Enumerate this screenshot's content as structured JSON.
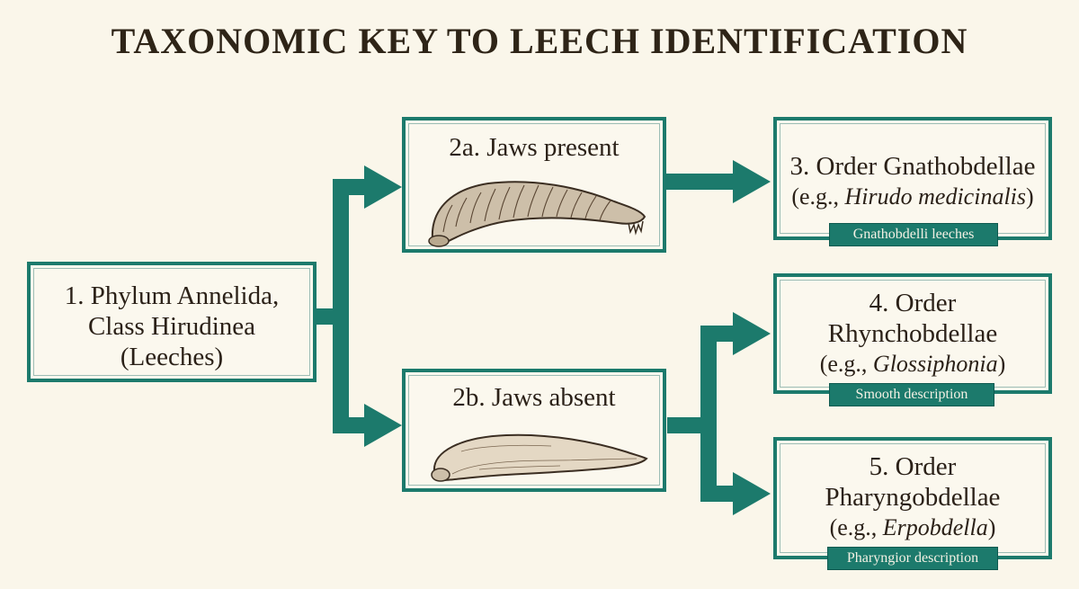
{
  "title": "TAXONOMIC KEY TO LEECH IDENTIFICATION",
  "nodes": {
    "root": {
      "line1": "1. Phylum Annelida,",
      "line2": "Class Hirudinea",
      "line3": "(Leeches)"
    },
    "jaws_present": {
      "label": "2a. Jaws present",
      "illustration": "jawed-leech-icon"
    },
    "jaws_absent": {
      "label": "2b.  Jaws absent",
      "illustration": "jawless-leech-icon"
    },
    "gnathobdellae": {
      "line1": "3. Order Gnathobdellae",
      "line2_prefix": "(e.g., ",
      "line2_italic": "Hirudo medicinalis",
      "line2_suffix": ")",
      "tag": "Gnathobdelli leeches"
    },
    "rhynchobdellae": {
      "line1": "4. Order",
      "line2": "Rhynchobdellae",
      "line3_prefix": "(e.g., ",
      "line3_italic": "Glossiphonia",
      "line3_suffix": ")",
      "tag": "Smooth description"
    },
    "pharyngobdellae": {
      "line1": "5. Order",
      "line2": "Pharyngobdellae",
      "line3_prefix": "(e.g., ",
      "line3_italic": "Erpobdella",
      "line3_suffix": ")",
      "tag": "Pharyngior description"
    }
  },
  "colors": {
    "accent": "#1c7a6c",
    "background": "#faf6ea",
    "text": "#2b2118"
  }
}
